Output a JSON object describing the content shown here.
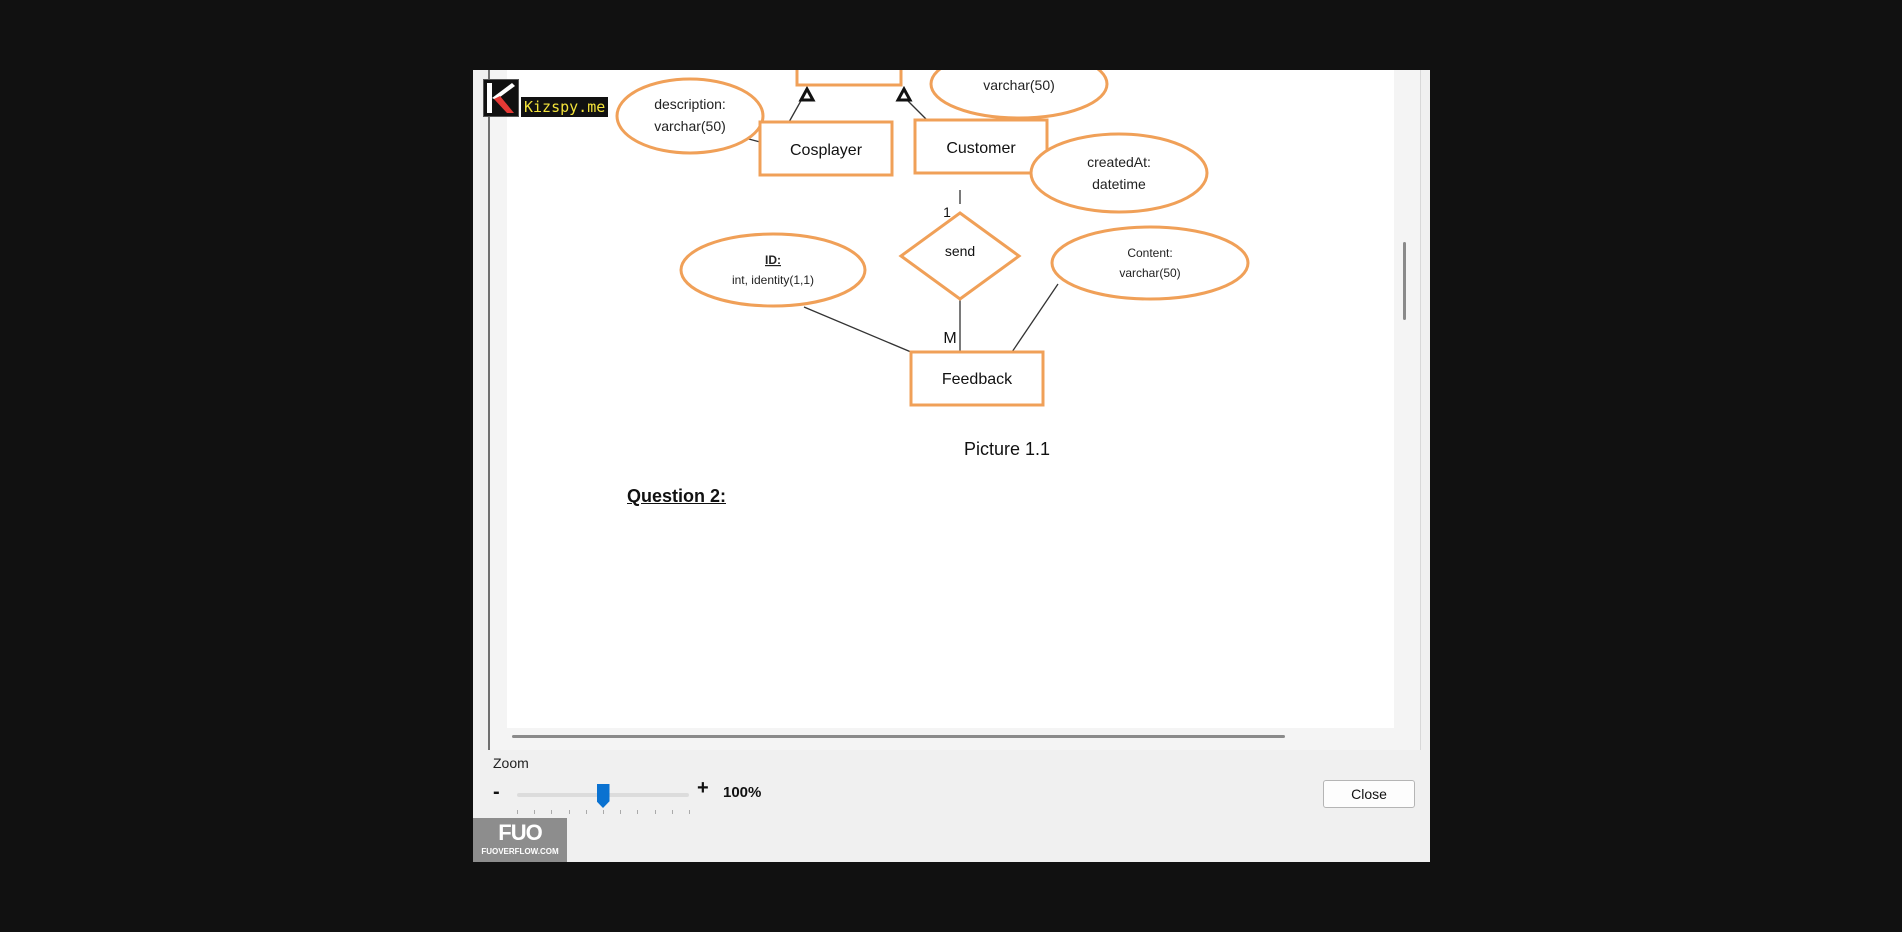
{
  "diagram": {
    "entities": [
      "Cosplayer",
      "Customer",
      "Feedback"
    ],
    "relationship": "send",
    "cardinality_top": "1",
    "cardinality_bottom": "M",
    "attributes": {
      "top_partial": "varchar(50)",
      "description_name": "description:",
      "description_type": "varchar(50)",
      "createdAt_name": "createdAt:",
      "createdAt_type": "datetime",
      "id_name": "ID:",
      "id_type": "int, identity(1,1)",
      "content_name": "Content:",
      "content_type": "varchar(50)"
    },
    "colors": {
      "entity_stroke": "#f0a058",
      "line": "#333333"
    }
  },
  "document": {
    "caption": "Picture 1.1",
    "question": "Question 2:"
  },
  "watermark": {
    "text": "Kizspy.me"
  },
  "zoom": {
    "label": "Zoom",
    "minus": "-",
    "plus": "+",
    "value_text": "100%",
    "slider_fraction": 0.5
  },
  "close_button": {
    "label": "Close"
  },
  "badge": {
    "logo": "FUO",
    "site": "FUOVERFLOW.COM"
  }
}
